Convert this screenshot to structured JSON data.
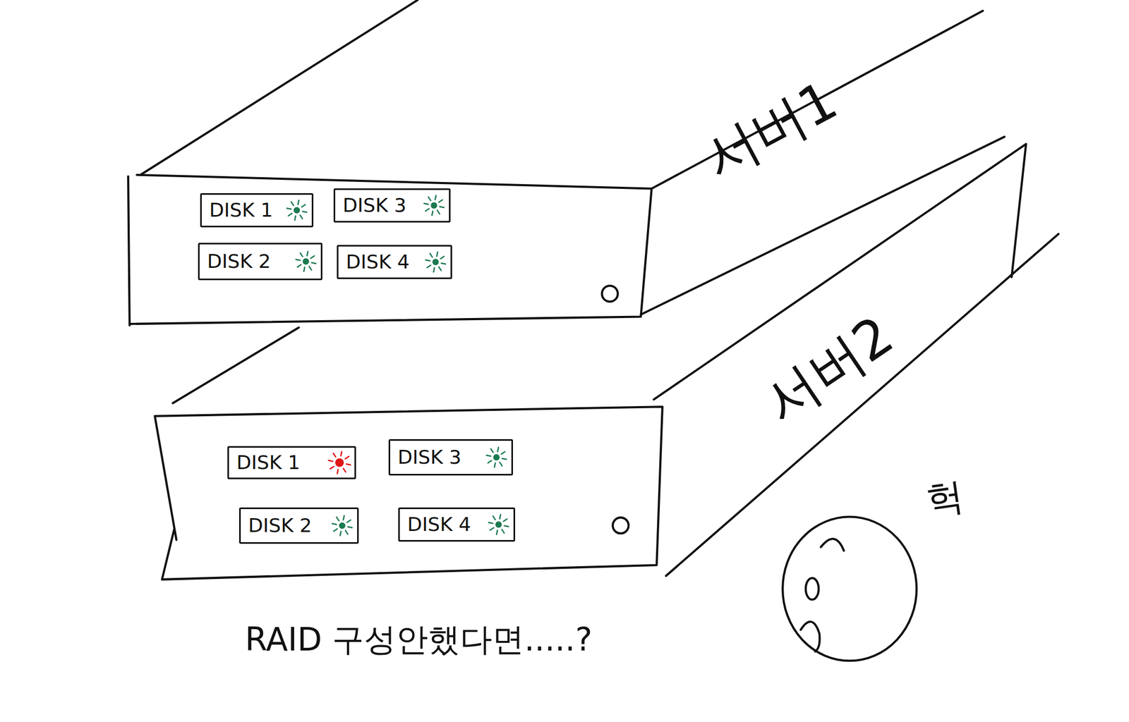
{
  "diagram": {
    "nodes": [
      {
        "text": [
          "서버1"
        ]
      },
      {
        "text": [
          "DISK 1"
        ],
        "in": 0
      },
      {
        "text": [
          "DISK 3"
        ],
        "in": 0
      },
      {
        "text": [
          "DISK 2"
        ],
        "in": 0
      },
      {
        "text": [
          "DISK 4"
        ],
        "in": 0
      },
      {
        "text": [
          "서버2"
        ]
      },
      {
        "text": [
          "DISK 1"
        ],
        "in": 5
      },
      {
        "text": [
          "DISK 3"
        ],
        "in": 5
      },
      {
        "text": [
          "DISK 2"
        ],
        "in": 5
      },
      {
        "text": [
          "DISK 4"
        ],
        "in": 5
      }
    ],
    "labels": [
      "헉",
      "RAID 구성안했다면.....?"
    ]
  }
}
